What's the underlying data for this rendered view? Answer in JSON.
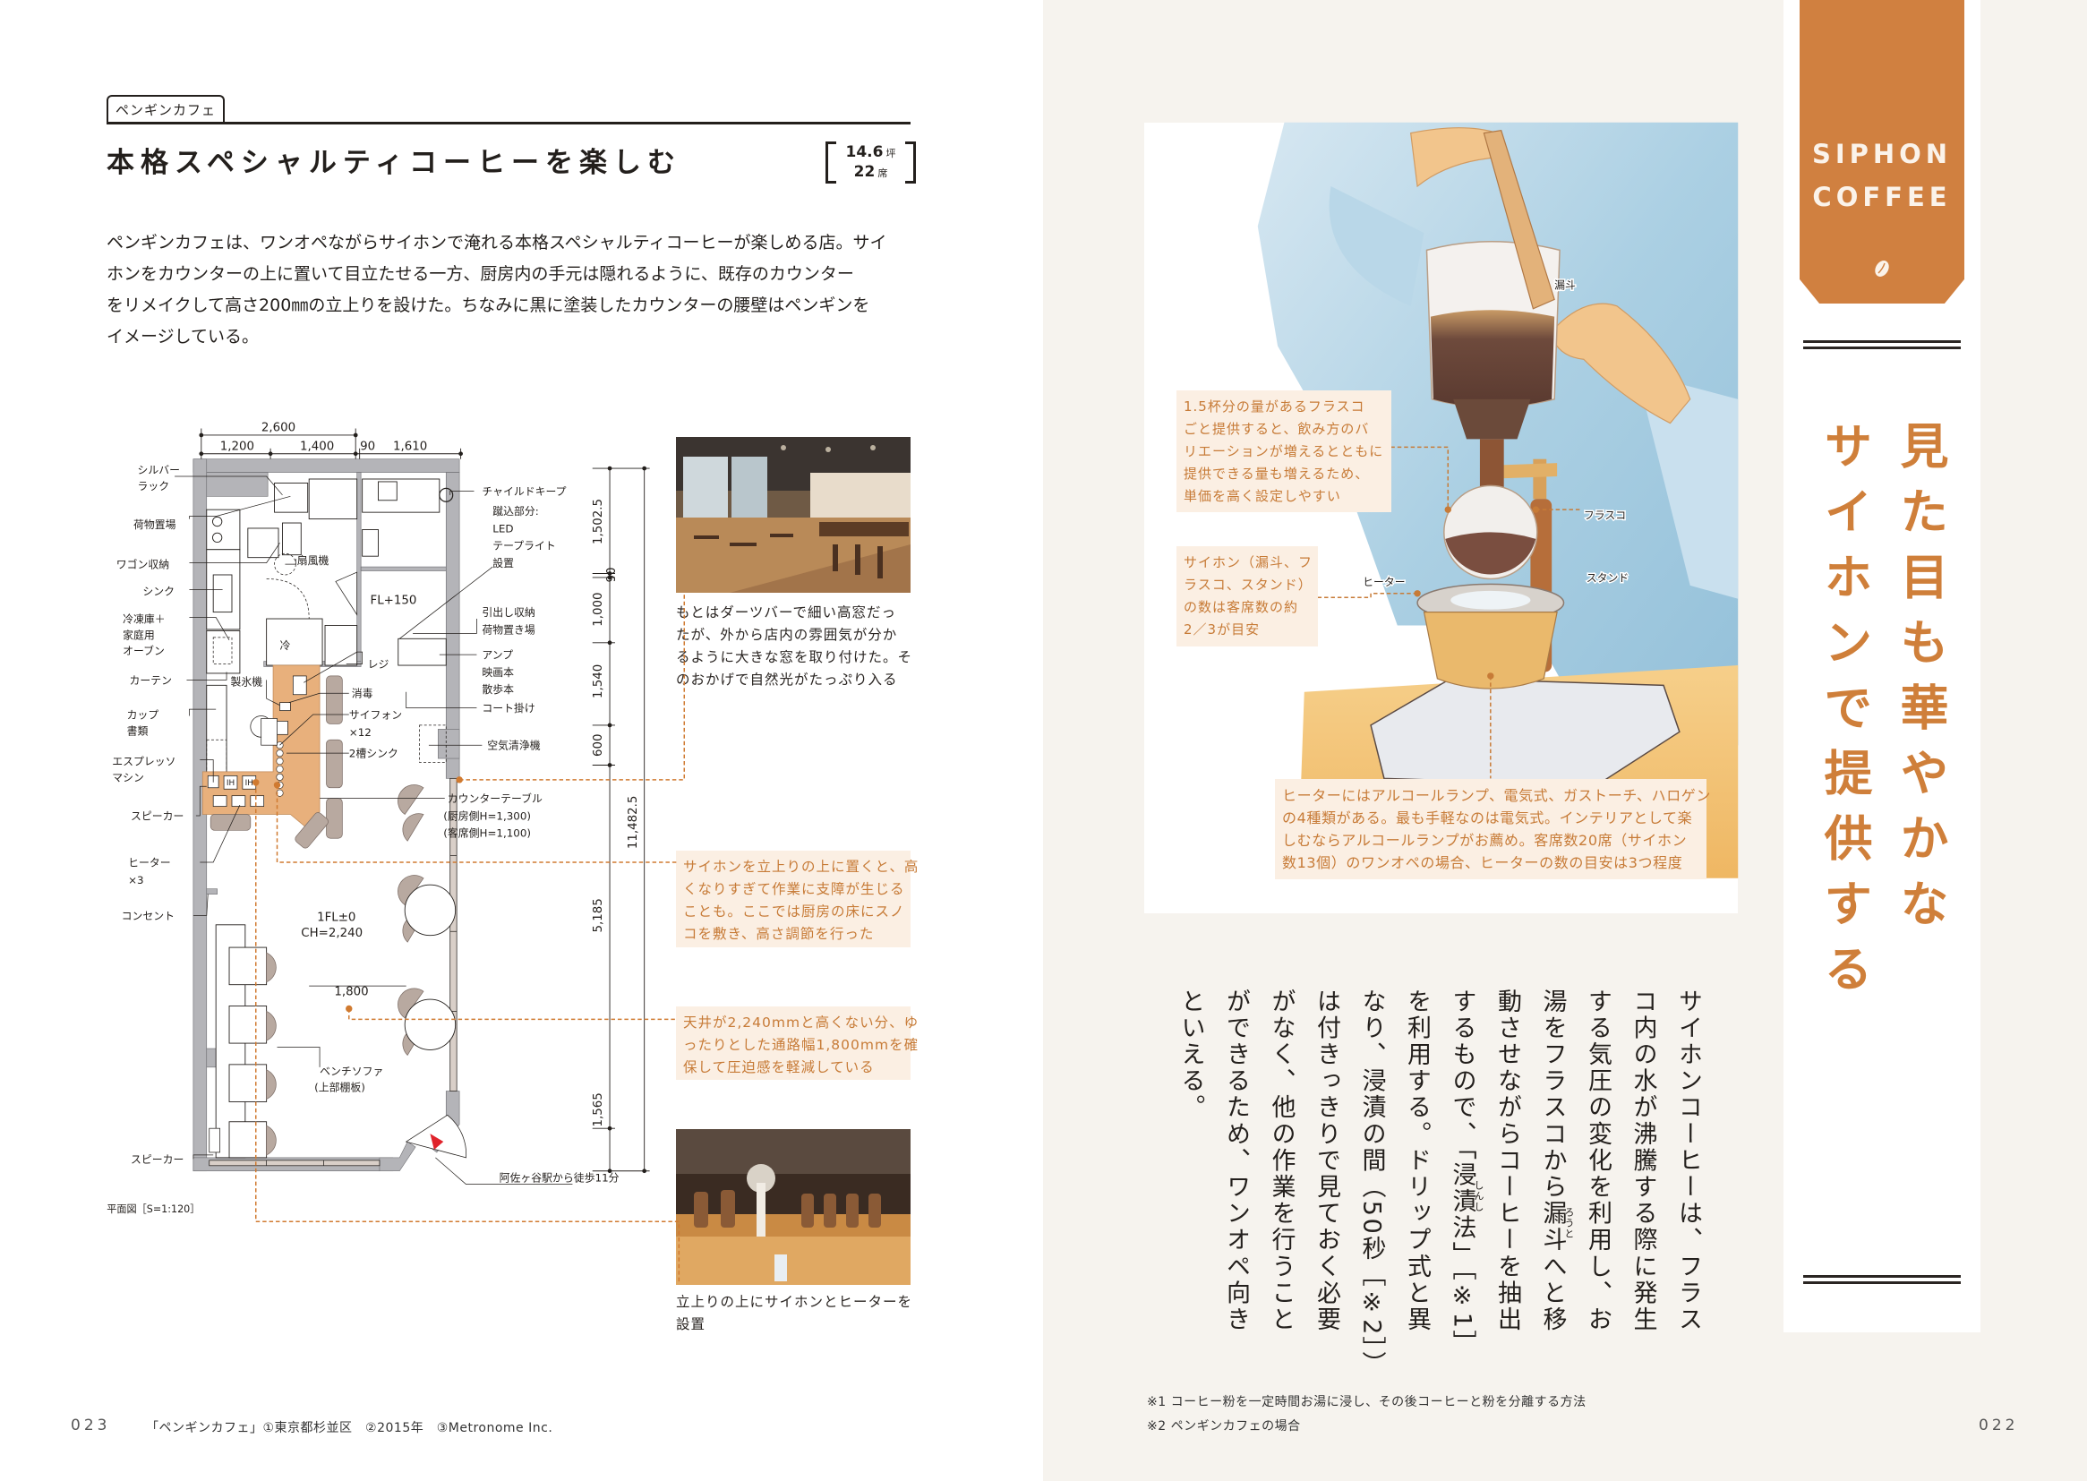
{
  "left_page": {
    "tag": "ペンギンカフェ",
    "title": "本格スペシャルティコーヒーを楽しむ",
    "size": {
      "tsubo_value": "14.6",
      "tsubo_unit": "坪",
      "seats_value": "22",
      "seats_unit": "席"
    },
    "intro_lines": [
      "ペンギンカフェは、ワンオペながらサイホンで淹れる本格スペシャルティコーヒーが楽しめる店。サイ",
      "ホンをカウンターの上に置いて目立たせる一方、厨房内の手元は隠れるように、既存のカウンター",
      "をリメイクして高さ200㎜の立上りを設けた。ちなみに黒に塗装したカウンターの腰壁はペンギンを",
      "イメージしている。"
    ],
    "photo1_caption": [
      "もとはダーツバーで細い高窓だっ",
      "たが、外から店内の雰囲気が分か",
      "るように大きな窓を取り付けた。そ",
      "のおかげで自然光がたっぷり入る"
    ],
    "callout1": [
      "サイホンを立上りの上に置くと、高",
      "くなりすぎて作業に支障が生じる",
      "ことも。ここでは厨房の床にスノ",
      "コを敷き、高さ調節を行った"
    ],
    "callout2": [
      "天井が2,240mmと高くない分、ゆ",
      "ったりとした通路幅1,800mmを確",
      "保して圧迫感を軽減している"
    ],
    "photo2_caption": [
      "立上りの上にサイホンとヒーターを",
      "設置"
    ],
    "folio": "023",
    "credit": "「ペンギンカフェ」①東京都杉並区　②2015年　③Metronome Inc."
  },
  "floor_plan": {
    "caption": "平面図［S=1:120］",
    "dims": {
      "total_top": "2,600",
      "d1200": "1,200",
      "d1400": "1,400",
      "d90": "90",
      "d1610": "1,610",
      "v1502": "1,502.5",
      "v90": "90",
      "v1000": "1,000",
      "v1540": "1,540",
      "v600": "600",
      "v11482": "11,482.5",
      "v5185": "5,185",
      "v1565": "1,565",
      "aisle": "1,800"
    },
    "labels": {
      "silver_rack": [
        "シルバー",
        "ラック"
      ],
      "luggage": "荷物置場",
      "wagon": "ワゴン収納",
      "sink": "シンク",
      "freezer": [
        "冷凍庫＋",
        "家庭用",
        "オーブン"
      ],
      "curtain": "カーテン",
      "cups": [
        "カップ",
        "書類"
      ],
      "espresso": [
        "エスプレッソ",
        "マシン"
      ],
      "speaker1": "スピーカー",
      "heater": [
        "ヒーター",
        "×3"
      ],
      "outlet": "コンセント",
      "speaker2": "スピーカー",
      "fan": "扇風機",
      "fl150": "FL+150",
      "fridge": "冷",
      "ice": "製氷機",
      "register": "レジ",
      "disinfect": "消毒",
      "siphon": [
        "サイフォン",
        "×12"
      ],
      "sink2": "2槽シンク",
      "floor": [
        "1FL±0",
        "CH=2,240"
      ],
      "bench": [
        "ベンチソファ",
        "(上部棚板)"
      ],
      "station": "阿佐ヶ谷駅から徒歩11分",
      "childkeep": "チャイルドキープ",
      "led": [
        "蹴込部分:",
        "LED",
        "テープライト",
        "設置"
      ],
      "drawer": [
        "引出し収納",
        "荷物置き場"
      ],
      "amp": [
        "アンプ",
        "映画本",
        "散歩本"
      ],
      "coat": "コート掛け",
      "air": "空気清浄機",
      "counter": [
        "カウンターテーブル",
        "(厨房側H=1,300)",
        "(客席側H=1,100)"
      ],
      "ih": "IH"
    }
  },
  "right_page": {
    "tab": [
      "SIPHON",
      "COFFEE"
    ],
    "vertical_title": [
      "見た目も華やかな",
      "サイホンで提供する"
    ],
    "illustration": {
      "labels": {
        "funnel": "漏斗",
        "flask": "フラスコ",
        "stand": "スタンド",
        "heater": "ヒーター"
      },
      "callout1": [
        "1.5杯分の量があるフラスコ",
        "ごと提供すると、飲み方のバ",
        "リエーションが増えるとともに",
        "提供できる量も増えるため、",
        "単価を高く設定しやすい"
      ],
      "callout2": [
        "サイホン（漏斗、フ",
        "ラスコ、スタンド）",
        "の数は客席数の約",
        "2／3が目安"
      ],
      "callout3": [
        "ヒーターにはアルコールランプ、電気式、ガストーチ、ハロゲン",
        "の4種類がある。最も手軽なのは電気式。インテリアとして楽",
        "しむならアルコールランプがお薦め。客席数20席（サイホン",
        "数13個）のワンオペの場合、ヒーターの数の目安は3つ程度"
      ]
    },
    "body_columns": [
      "サイホンコーヒーは、フラス",
      "コ内の水が沸騰する際に発生",
      "する気圧の変化を利用し、お",
      "湯をフラスコから漏斗へと移",
      "動させながらコーヒーを抽出",
      "するもので、「浸漬法」［※1］",
      "を利用する。ドリップ式と異",
      "なり、浸漬の間（50秒［※2］）",
      "は付きっきりで見ておく必要",
      "がなく、他の作業を行うこと",
      "ができるため、ワンオペ向き",
      "といえる。"
    ],
    "ruby": {
      "routo": "ろうと",
      "shinshi": "しんし"
    },
    "footnotes": [
      "※1 コーヒー粉を一定時間お湯に浸し、その後コーヒーと粉を分離する方法",
      "※2 ペンギンカフェの場合"
    ],
    "folio": "022"
  },
  "colors": {
    "accent": "#d08040",
    "callout_bg": "#fbefe3",
    "callout_text": "#c77b37",
    "counter": "#e8b07c",
    "wall": "#b4b4b8"
  }
}
